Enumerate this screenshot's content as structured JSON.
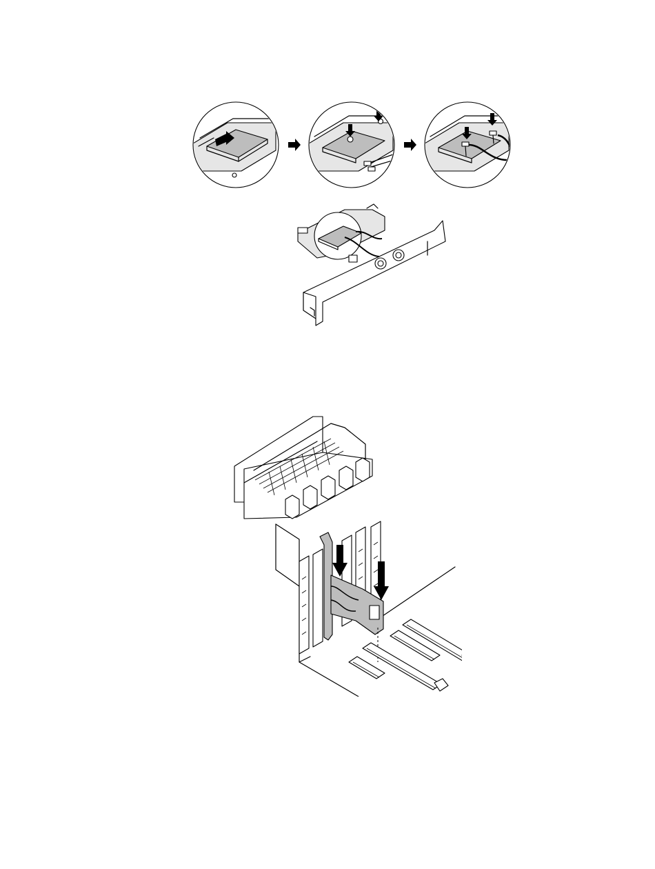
{
  "figures": [
    {
      "id": "step-sequence",
      "steps": [
        "insert-card",
        "install-screw",
        "connect-antenna-cables"
      ],
      "connector": "right-arrow-icon"
    },
    {
      "id": "assembled-adapter"
    },
    {
      "id": "install-in-chassis",
      "arrows": 2
    }
  ],
  "colors": {
    "line": "#000000",
    "card": "#bdbdbd",
    "board": "#e6e6e6",
    "background": "#ffffff"
  }
}
